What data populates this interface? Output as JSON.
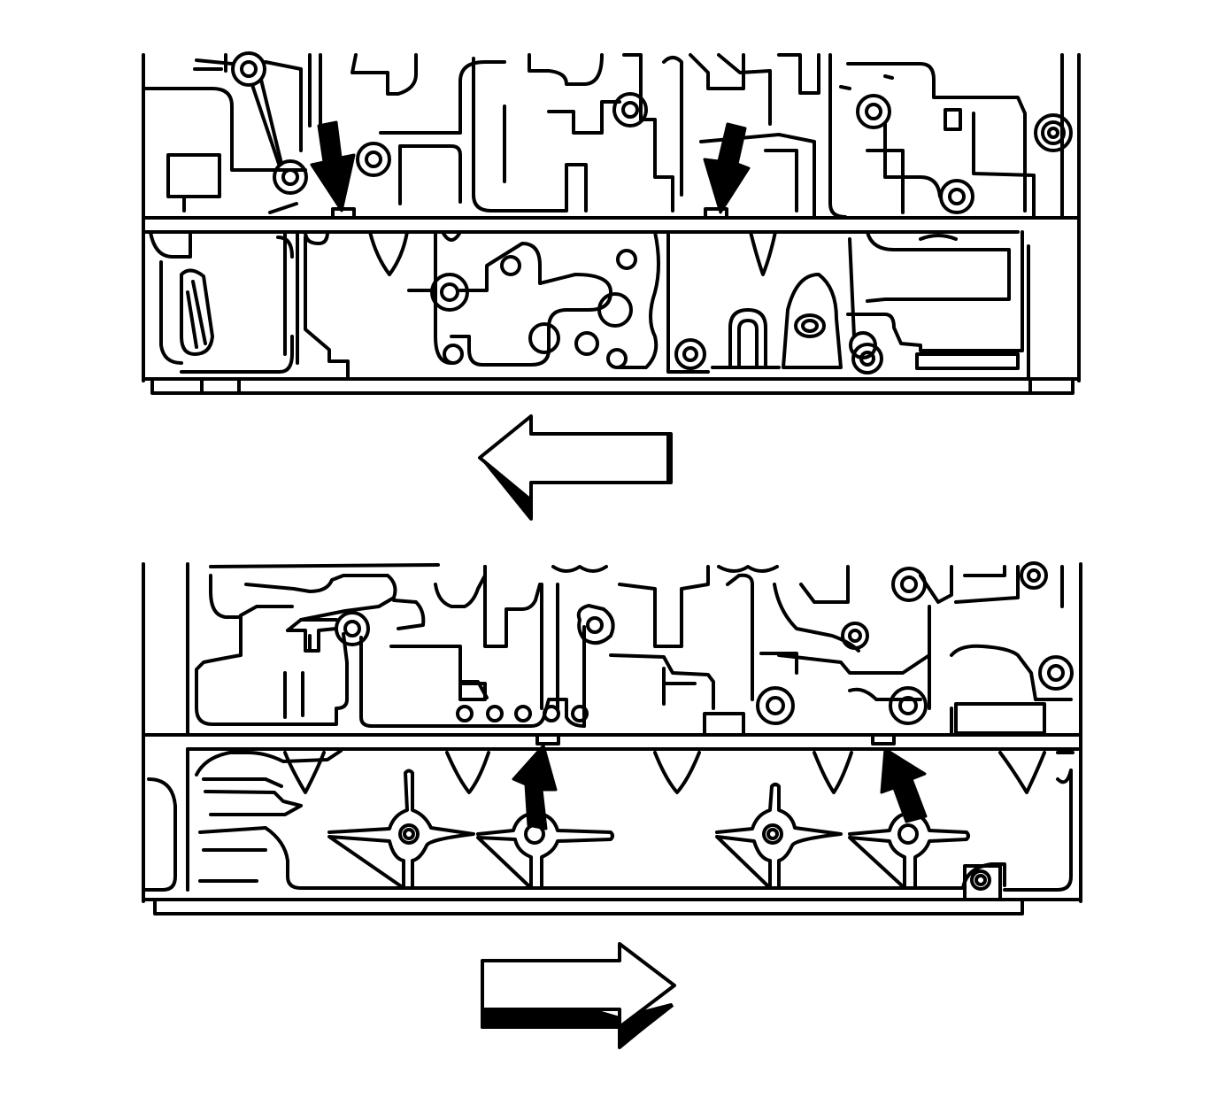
{
  "colors": {
    "stroke": "#000000",
    "fill": "#ffffff",
    "background": "#ffffff"
  },
  "figure": {
    "panels": [
      {
        "name": "upper",
        "callout_arrows": 2,
        "callout_direction": "down",
        "direction_arrow": "left",
        "direction_arrow_icon": "left-block-arrow-icon"
      },
      {
        "name": "lower",
        "callout_arrows": 2,
        "callout_direction": "up",
        "direction_arrow": "right",
        "direction_arrow_icon": "right-block-arrow-icon"
      }
    ]
  }
}
